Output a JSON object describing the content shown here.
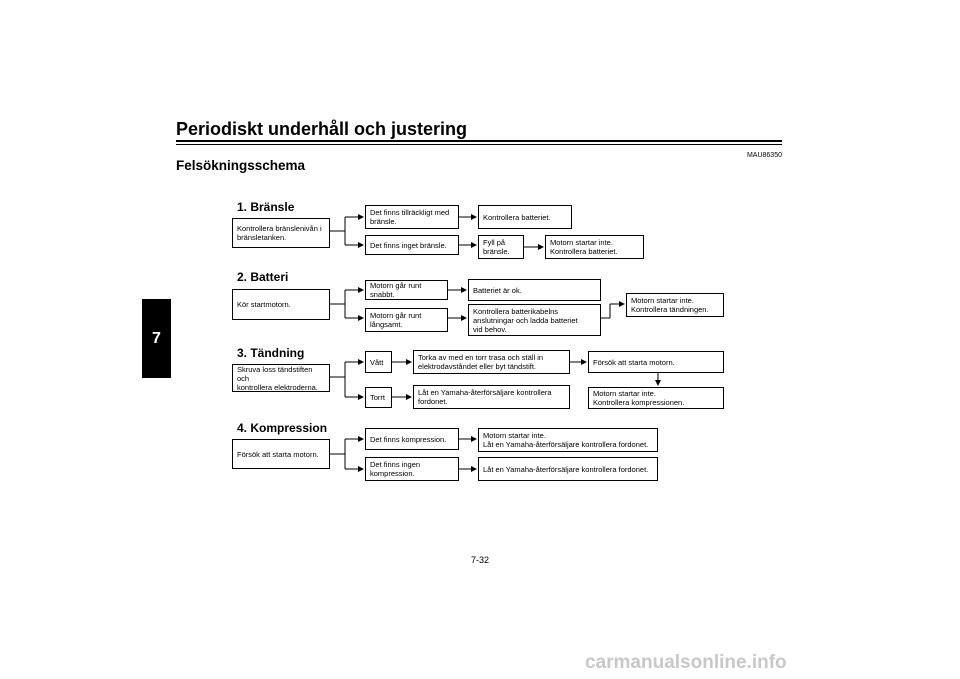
{
  "header": {
    "title": "Periodiskt underhåll och justering"
  },
  "side_tab": {
    "label": "7"
  },
  "section": {
    "title": "Felsökningsschema",
    "code": "MAU86350"
  },
  "steps": {
    "s1": {
      "title": "1. Bränsle",
      "start": "Kontrollera bränslenivån i\nbränsletanken.",
      "a": "Det finns tillräckligt med\nbränsle.",
      "a_result": "Kontrollera batteriet.",
      "b": "Det finns inget bränsle.",
      "b_action": "Fyll på\nbränsle.",
      "b_result": "Motorn startar inte.\nKontrollera batteriet."
    },
    "s2": {
      "title": "2. Batteri",
      "start": "Kör startmotorn.",
      "a": "Motorn går runt snabbt.",
      "a_result": "Batteriet är ok.",
      "b": "Motorn går runt\nlångsamt.",
      "b_action": "Kontrollera batterikabelns\nanslutningar och ladda batteriet\nvid behov.",
      "result": "Motorn startar inte.\nKontrollera tändningen."
    },
    "s3": {
      "title": "3. Tändning",
      "start": "Skruva loss tändstiften och\nkontrollera elektroderna.",
      "a": "Vått",
      "a_action": "Torka av med en torr trasa och ställ in\nelektrodavståndet eller byt tändstift.",
      "a_result": "Försök att starta motorn.",
      "b": "Torrt",
      "b_action": "Låt en Yamaha-återförsäljare kontrollera\nfordonet.",
      "a_result2": "Motorn startar inte.\nKontrollera kompressionen."
    },
    "s4": {
      "title": "4. Kompression",
      "start": "Försök att starta motorn.",
      "a": "Det finns kompression.",
      "a_result": "Motorn startar inte.\nLåt en Yamaha-återförsäljare kontrollera fordonet.",
      "b": "Det finns ingen\nkompression.",
      "b_result": "Låt en Yamaha-återförsäljare kontrollera fordonet."
    }
  },
  "footer": {
    "page_number": "7-32",
    "watermark": "carmanualsonline.info"
  }
}
